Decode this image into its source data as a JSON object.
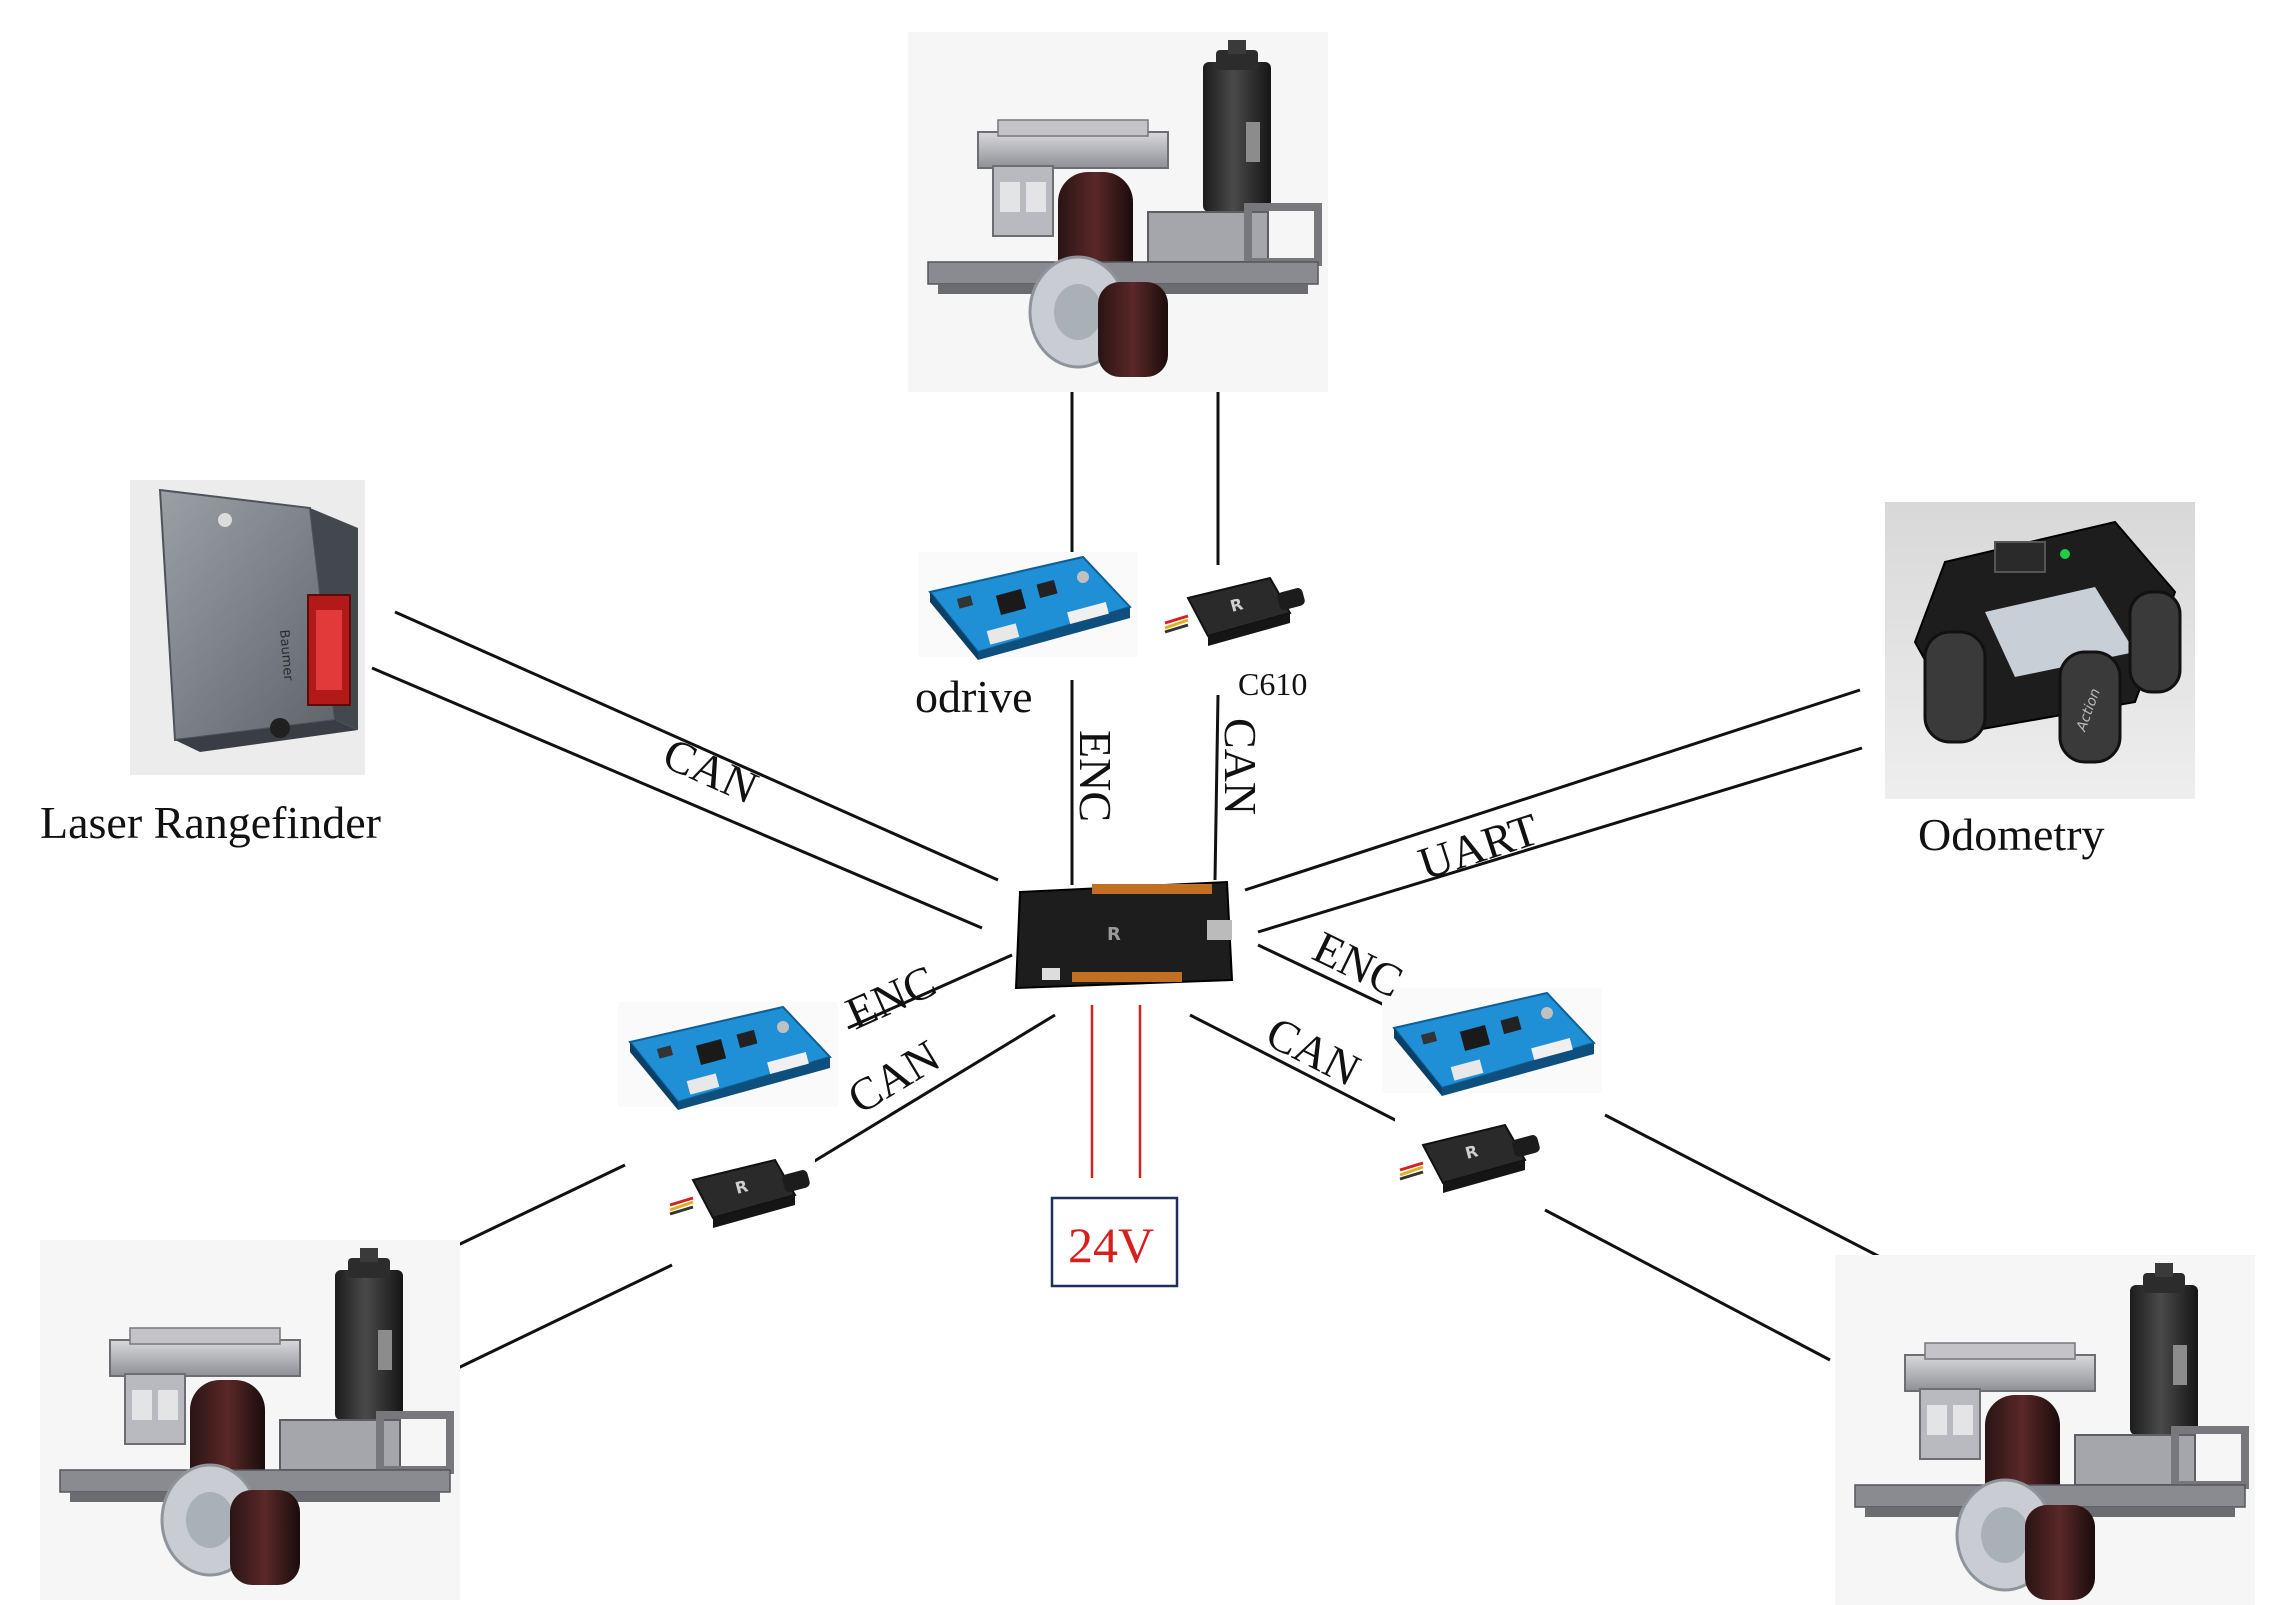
{
  "components": {
    "laser": {
      "label": "Laser Rangefinder",
      "brand": "Baumer"
    },
    "odometry": {
      "label": "Odometry",
      "brand": "Action"
    },
    "odrive": {
      "label": "odrive"
    },
    "c610": {
      "label": "C610"
    },
    "power": {
      "label": "24V"
    }
  },
  "links": {
    "laser_main": "CAN",
    "odometry_main": "UART",
    "top_enc": "ENC",
    "top_can": "CAN",
    "left_enc": "ENC",
    "left_can": "CAN",
    "right_enc": "ENC",
    "right_can": "CAN"
  },
  "colors": {
    "wire": "#111111",
    "power_wire": "#d62020",
    "power_box_border": "#1f2f5a",
    "board_blue": "#1f8fd6",
    "board_dark": "#1d1d1d"
  },
  "icons": {
    "wheel_module": "swerve-wheel-module",
    "odrive_board": "odrive-board",
    "c610_esc": "c610-esc",
    "controller": "main-controller-board",
    "laser": "laser-rangefinder",
    "odometry": "odometry-module"
  }
}
